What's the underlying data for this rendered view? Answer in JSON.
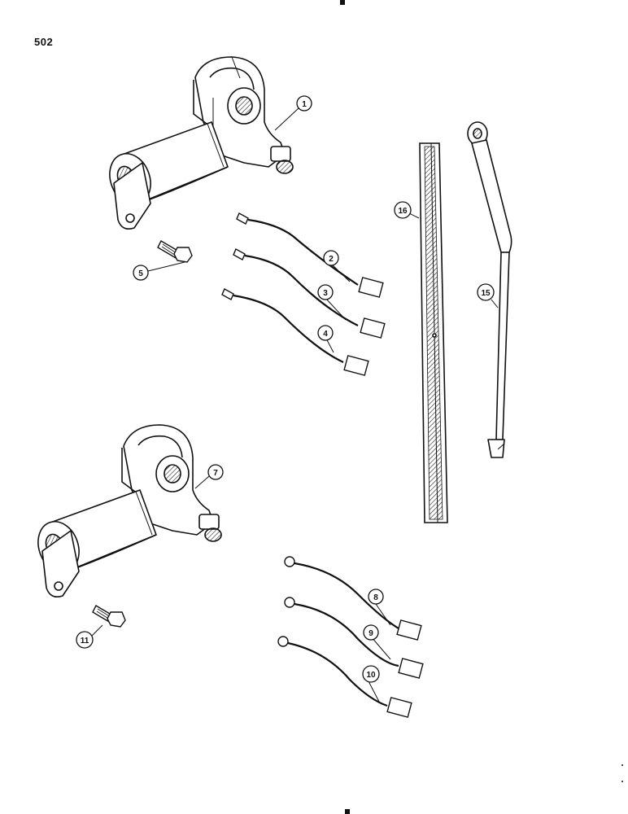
{
  "page_number": "502",
  "callouts": {
    "c1": "1",
    "c2": "2",
    "c3": "3",
    "c4": "4",
    "c5": "5",
    "c7": "7",
    "c8": "8",
    "c9": "9",
    "c10": "10",
    "c11": "11",
    "c15": "15",
    "c16": "16"
  }
}
